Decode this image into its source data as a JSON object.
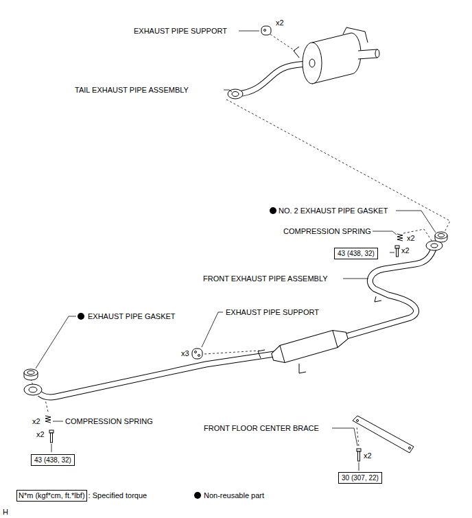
{
  "diagram": {
    "nodes": [
      {
        "text": [
          "43 (438, 32)"
        ]
      },
      {
        "text": [
          "43 (438, 32)"
        ]
      },
      {
        "text": [
          "30 (307, 22)"
        ]
      }
    ],
    "labels": [
      "EXHAUST PIPE SUPPORT",
      "x2",
      "TAIL EXHAUST PIPE ASSEMBLY",
      "NO. 2 EXHAUST PIPE GASKET",
      "COMPRESSION SPRING",
      "x2",
      "x2",
      "FRONT EXHAUST PIPE ASSEMBLY",
      "EXHAUST PIPE GASKET",
      "EXHAUST PIPE SUPPORT",
      "x3",
      "x2",
      "COMPRESSION SPRING",
      "x2",
      "FRONT FLOOR CENTER BRACE",
      "x2",
      "N*m (kgf*cm, ft.*lbf)",
      "H"
    ],
    "legend": [
      {
        "text": ": Specified torque"
      },
      {
        "text": "Non-reusable part"
      }
    ]
  }
}
